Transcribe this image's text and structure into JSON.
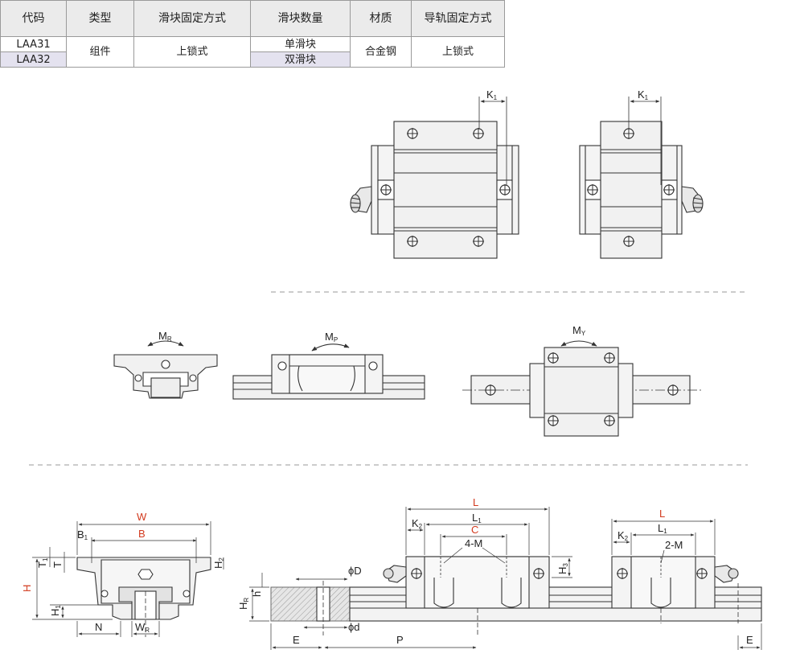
{
  "table": {
    "headers": [
      "代码",
      "类型",
      "滑块固定方式",
      "滑块数量",
      "材质",
      "导轨固定方式"
    ],
    "rows": [
      {
        "code": "LAA31",
        "qty": "单滑块"
      },
      {
        "code": "LAA32",
        "qty": "双滑块"
      }
    ],
    "type": "组件",
    "block_mount": "上锁式",
    "material": "合金钢",
    "rail_mount": "上锁式"
  },
  "labels": {
    "k1": "K",
    "k1_sub": "1",
    "mr": "M",
    "mr_sub": "R",
    "mp": "M",
    "mp_sub": "P",
    "my": "M",
    "my_sub": "Y",
    "W": "W",
    "B": "B",
    "B1": "B",
    "B1_sub": "1",
    "H": "H",
    "T": "T",
    "T1": "T",
    "T1_sub": "1",
    "H1": "H",
    "H1_sub": "1",
    "H2": "H",
    "H2_sub": "2",
    "N": "N",
    "WR": "W",
    "WR_sub": "R",
    "HR": "H",
    "HR_sub": "R",
    "h": "h",
    "phiD": "ϕD",
    "phid": "ϕd",
    "E": "E",
    "P": "P",
    "L": "L",
    "L1": "L",
    "L1_sub": "1",
    "K2": "K",
    "K2_sub": "2",
    "C": "C",
    "fourM": "4-M",
    "twoM": "2-M",
    "H3": "H",
    "H3_sub": "3"
  },
  "colors": {
    "dimension_red": "#d23a1e",
    "line": "#333333",
    "fill_light": "#eeeeee",
    "header_bg": "#ebebeb",
    "highlight_row": "#e4e2ef"
  }
}
